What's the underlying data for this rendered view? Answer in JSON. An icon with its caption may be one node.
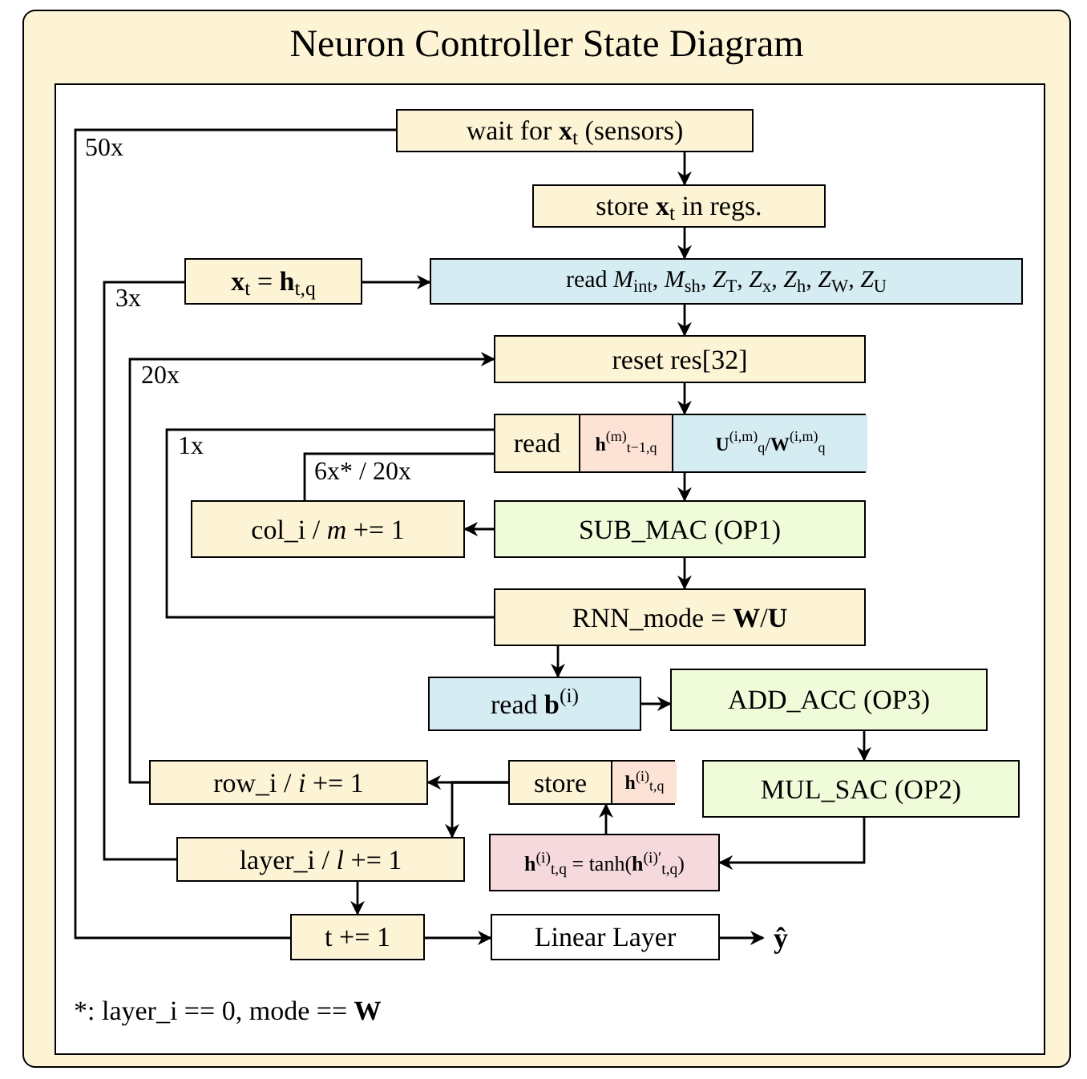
{
  "diagram": {
    "title": "Neuron Controller State Diagram",
    "nodes": [
      {
        "text": [
          "wait for **x**$_{t}$ (sensors)"
        ]
      },
      {
        "text": [
          "store **x**$_{t}$ in regs."
        ]
      },
      {
        "text": [
          "**x**$_{t}$ = **h**$_{t,q}$"
        ]
      },
      {
        "text": [
          "read *M*$_{int}$, *M*$_{sh}$, *Z*$_{T}$, *Z*$_{x}$, *Z*$_{h}$, *Z*$_{W}$, *Z*$_{U}$"
        ]
      },
      {
        "text": [
          "reset res[32]"
        ]
      },
      {
        "text": [
          "read",
          "**h**$^{(m)}$$_{t−1,q}$",
          "**U**$^{(i,m)}$$_{q}$/**W**$^{(i,m)}$$_{q}$"
        ]
      },
      {
        "text": [
          "col_i / *m* += 1"
        ]
      },
      {
        "text": [
          "SUB_MAC (OP1)"
        ]
      },
      {
        "text": [
          "RNN_mode = **W**/**U**"
        ]
      },
      {
        "text": [
          "read **b**$^{(i)}$"
        ]
      },
      {
        "text": [
          "ADD_ACC (OP3)"
        ]
      },
      {
        "text": [
          "MUL_SAC (OP2)"
        ]
      },
      {
        "text": [
          "row_i / *i* += 1"
        ]
      },
      {
        "text": [
          "store",
          "**h**$^{(i)}$$_{t,q}$"
        ]
      },
      {
        "text": [
          "**h**$^{(i)}$$_{t,q}$ = tanh(**h**$^{(i)′}$$_{t,q}$)"
        ]
      },
      {
        "text": [
          "layer_i / *l* += 1"
        ]
      },
      {
        "text": [
          "t += 1"
        ]
      },
      {
        "text": [
          "Linear Layer"
        ]
      },
      {
        "text": [
          "**ŷ**"
        ]
      }
    ],
    "edges": [
      {
        "from": 0,
        "to": 1,
        "arrow": "to"
      },
      {
        "from": 1,
        "to": 3,
        "arrow": "to"
      },
      {
        "from": 2,
        "to": 3,
        "arrow": "to"
      },
      {
        "from": 3,
        "to": 4,
        "arrow": "to"
      },
      {
        "from": 4,
        "to": 5,
        "arrow": "to"
      },
      {
        "from": 5,
        "to": 7,
        "arrow": "to"
      },
      {
        "from": 7,
        "to": 6,
        "arrow": "to"
      },
      {
        "from": 7,
        "to": 8,
        "arrow": "to"
      },
      {
        "from": 8,
        "to": 9,
        "arrow": "to"
      },
      {
        "from": 9,
        "to": 10,
        "arrow": "to"
      },
      {
        "from": 10,
        "to": 11,
        "arrow": "to"
      },
      {
        "from": 11,
        "to": 14,
        "arrow": "to"
      },
      {
        "from": 14,
        "to": 13,
        "arrow": "to"
      },
      {
        "from": 13,
        "to": 12,
        "arrow": "to"
      },
      {
        "from": 13,
        "to": 15,
        "arrow": "to"
      },
      {
        "from": 15,
        "to": 16,
        "arrow": "to"
      },
      {
        "from": 16,
        "to": 17,
        "arrow": "to"
      },
      {
        "from": 17,
        "to": 18,
        "arrow": "to"
      },
      {
        "from": 16,
        "to": 0,
        "arrow": "none",
        "label": "50x"
      },
      {
        "from": 15,
        "to": 2,
        "arrow": "none",
        "label": "3x"
      },
      {
        "from": 12,
        "to": 4,
        "arrow": "to",
        "label": "20x"
      },
      {
        "from": 8,
        "to": 5,
        "arrow": "none",
        "label": "1x"
      },
      {
        "from": 6,
        "to": 5,
        "arrow": "none",
        "label": "6x* / 20x"
      }
    ],
    "labels": [
      "*: layer_i == 0, mode == **W**"
    ]
  }
}
